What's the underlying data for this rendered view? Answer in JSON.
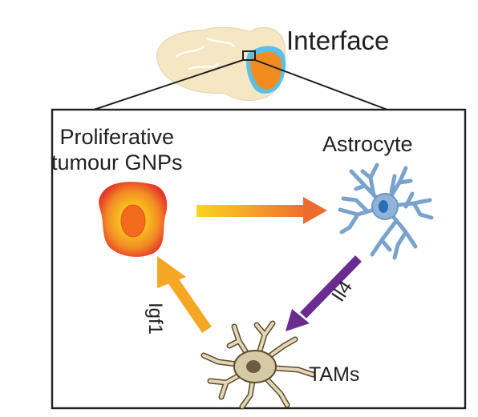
{
  "labels": {
    "interface": "Interface",
    "proliferative_line1": "Proliferative",
    "proliferative_line2": "tumour GNPs",
    "astrocyte": "Astrocyte",
    "tams": "TAMs",
    "igf1": "Igf1",
    "il4": "Il4"
  },
  "colors": {
    "brain": "#f5e6c4",
    "cerebellum_outer": "#5bbfe6",
    "cerebellum_inner": "#f28c1e",
    "tumour_outer": "#e8322a",
    "tumour_mid": "#f7a21b",
    "tumour_nucleus": "#f26b1d",
    "astrocyte": "#8fb3d9",
    "tam": "#d6c9a6",
    "arrow_gradient_start": "#f7d51d",
    "arrow_gradient_end": "#ee6b2f",
    "il4_arrow": "#6a2c91",
    "igf1_arrow": "#f5a623"
  },
  "icons": [
    "brain-sagittal-icon",
    "tumour-cell-icon",
    "astrocyte-icon",
    "macrophage-icon"
  ]
}
